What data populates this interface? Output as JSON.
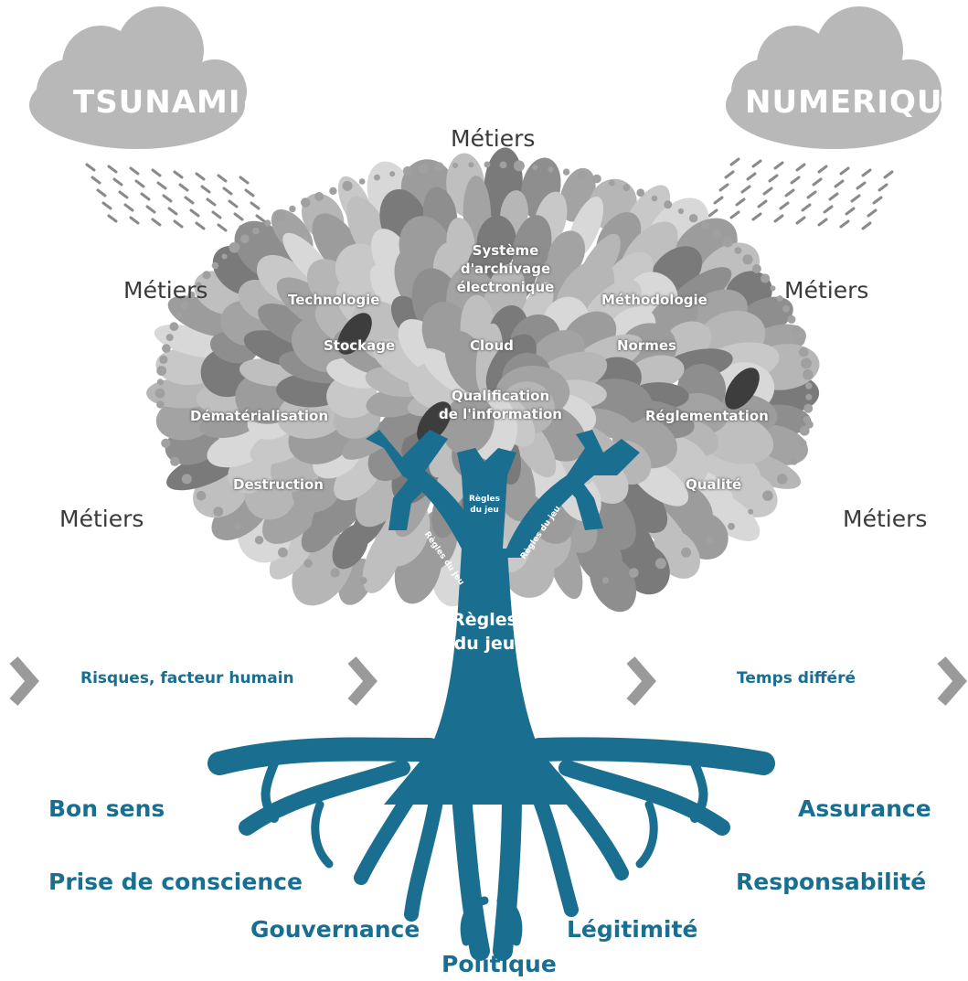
{
  "clouds": {
    "left": "TSUNAMI",
    "right": "NUMERIQUE"
  },
  "metiers": {
    "top": "Métiers",
    "left_upper": "Métiers",
    "right_upper": "Métiers",
    "left_lower": "Métiers",
    "right_lower": "Métiers"
  },
  "branches": {
    "systeme": "Système\nd'archivage\nélectronique",
    "technologie": "Technologie",
    "methodologie": "Méthodologie",
    "stockage": "Stockage",
    "cloud": "Cloud",
    "normes": "Normes",
    "qualification": "Qualification\nde l'information",
    "dematerialisation": "Dématérialisation",
    "reglementation": "Réglementation",
    "destruction": "Destruction",
    "qualite": "Qualité"
  },
  "trunk": {
    "main": "Règles\ndu jeu",
    "small_center": "Règles\ndu jeu",
    "small_left": "Règles du jeu",
    "small_right": "Règles du jeu"
  },
  "side": {
    "left": "Risques, facteur humain",
    "right": "Temps différé"
  },
  "roots": {
    "bon_sens": "Bon sens",
    "prise": "Prise de conscience",
    "gouvernance": "Gouvernance",
    "politique": "Politique",
    "legitimite": "Légitimité",
    "assurance": "Assurance",
    "responsabilite": "Responsabilité"
  },
  "colors": {
    "blue": "#1a6e8f",
    "leaf_dark": "#6e6e6e",
    "leaf_mid": "#a4a4a4",
    "leaf_light": "#cfcfcf",
    "chevron": "#9a9a9a",
    "cloud": "#b8b8b8"
  },
  "icons": [
    "cloud-icon",
    "rain-icon",
    "chevron-right-icon",
    "leaf-icon"
  ]
}
